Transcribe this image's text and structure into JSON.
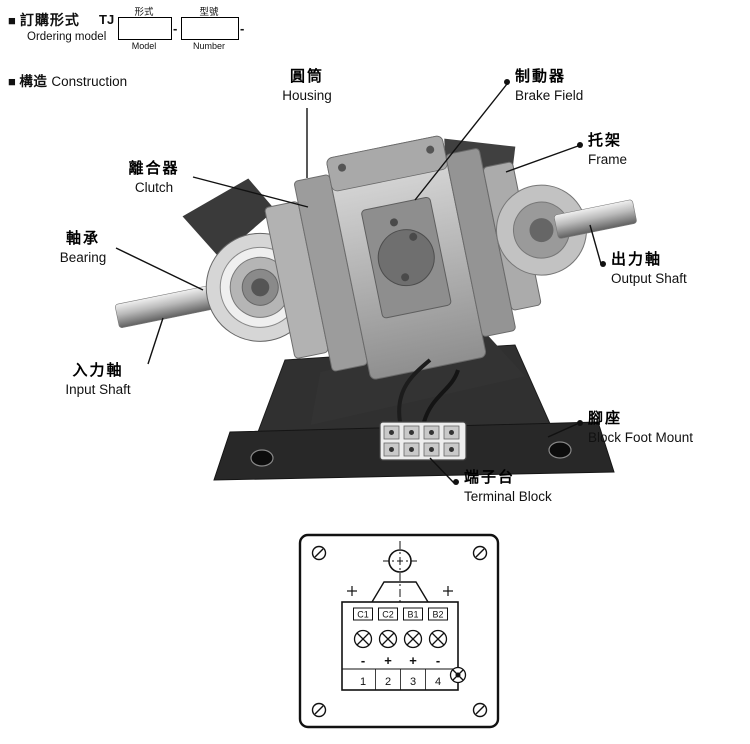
{
  "ordering": {
    "bullet": "■",
    "title_zh": "訂購形式",
    "title_en": "Ordering model",
    "code": "TJ",
    "fields": [
      {
        "caption_zh": "形式",
        "caption_en": "Model",
        "suffix": "-"
      },
      {
        "caption_zh": "型號",
        "caption_en": "Number",
        "suffix": "-"
      }
    ]
  },
  "construction": {
    "bullet": "■",
    "title_zh": "構造",
    "title_en": "Construction"
  },
  "callouts": {
    "housing": {
      "zh": "圓筒",
      "en": "Housing"
    },
    "brake_field": {
      "zh": "制動器",
      "en": "Brake Field"
    },
    "frame": {
      "zh": "托架",
      "en": "Frame"
    },
    "clutch": {
      "zh": "離合器",
      "en": "Clutch"
    },
    "bearing": {
      "zh": "軸承",
      "en": "Bearing"
    },
    "output_shaft": {
      "zh": "出力軸",
      "en": "Output Shaft"
    },
    "input_shaft": {
      "zh": "入力軸",
      "en": "Input Shaft"
    },
    "foot_mount": {
      "zh": "腳座",
      "en": "Block Foot Mount"
    },
    "terminal_block": {
      "zh": "端子台",
      "en": "Terminal Block"
    }
  },
  "terminal_diagram": {
    "terminals": [
      "C1",
      "C2",
      "B1",
      "B2"
    ],
    "polarity": [
      "-",
      "+",
      "+",
      "-"
    ],
    "numbers": [
      "1",
      "2",
      "3",
      "4"
    ]
  },
  "colors": {
    "ink": "#111111",
    "machine_light": "#d6d6d6",
    "machine_mid": "#9a9a9a",
    "machine_dark": "#2b2b2b"
  }
}
